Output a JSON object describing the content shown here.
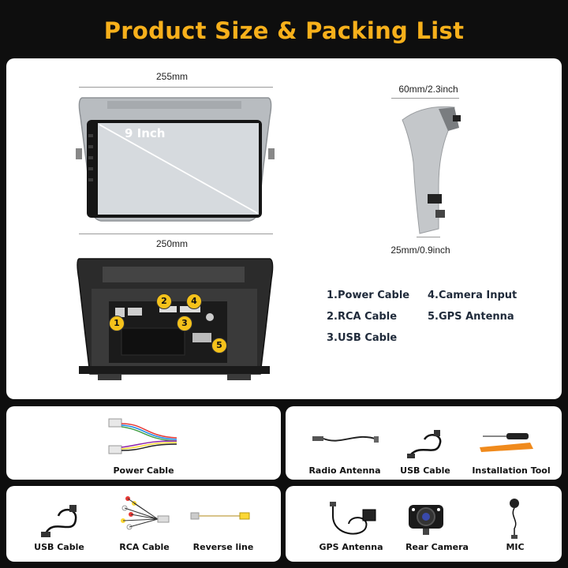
{
  "title": "Product Size & Packing List",
  "dimensions": {
    "top_width": "255mm",
    "screen_width": "250mm",
    "screen_diagonal": "9 Inch",
    "bracket_top": "60mm/2.3inch",
    "bracket_bottom": "25mm/0.9inch"
  },
  "ports": {
    "badges": [
      "1",
      "2",
      "3",
      "4",
      "5"
    ],
    "legend": [
      "1.Power Cable",
      "2.RCA Cable",
      "3.USB Cable",
      "4.Camera Input",
      "5.GPS Antenna"
    ]
  },
  "packing": {
    "items": [
      {
        "label": "Power Cable",
        "icon": "power-cable-icon"
      },
      {
        "label": "Radio Antenna",
        "icon": "radio-antenna-icon"
      },
      {
        "label": "USB Cable",
        "icon": "usb-cable-icon"
      },
      {
        "label": "Installation Tool",
        "icon": "installation-tool-icon"
      },
      {
        "label": "USB Cable",
        "icon": "usb-cable-icon"
      },
      {
        "label": "RCA Cable",
        "icon": "rca-cable-icon"
      },
      {
        "label": "Reverse line",
        "icon": "reverse-line-icon"
      },
      {
        "label": "GPS Antenna",
        "icon": "gps-antenna-icon"
      },
      {
        "label": "Rear Camera",
        "icon": "rear-camera-icon"
      },
      {
        "label": "MIC",
        "icon": "mic-icon"
      }
    ]
  },
  "colors": {
    "title": "#f7b01b",
    "background": "#0e0e0e",
    "badge": "#f5c21b",
    "tool_orange": "#f08a1c"
  }
}
